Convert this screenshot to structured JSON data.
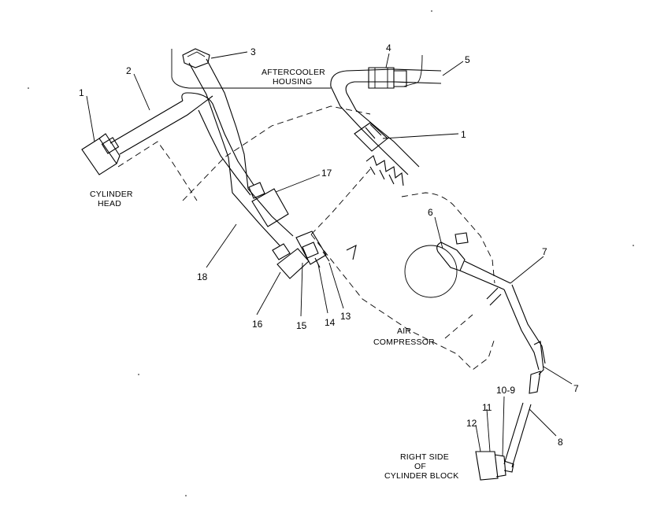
{
  "callouts": [
    "1",
    "2",
    "3",
    "4",
    "5",
    "1",
    "17",
    "18",
    "16",
    "15",
    "14",
    "13",
    "6",
    "7",
    "7",
    "8",
    "10-9",
    "11",
    "12"
  ],
  "captions": {
    "aftercooler": [
      "AFTERCOOLER",
      "HOUSING"
    ],
    "cylinder_head": [
      "CYLINDER",
      "HEAD"
    ],
    "air_compressor": [
      "AIR",
      "COMPRESSOR"
    ],
    "right_side_block": [
      "RIGHT SIDE",
      "OF",
      "CYLINDER BLOCK"
    ]
  },
  "colors": {
    "ink": "#000000",
    "paper": "#ffffff"
  }
}
